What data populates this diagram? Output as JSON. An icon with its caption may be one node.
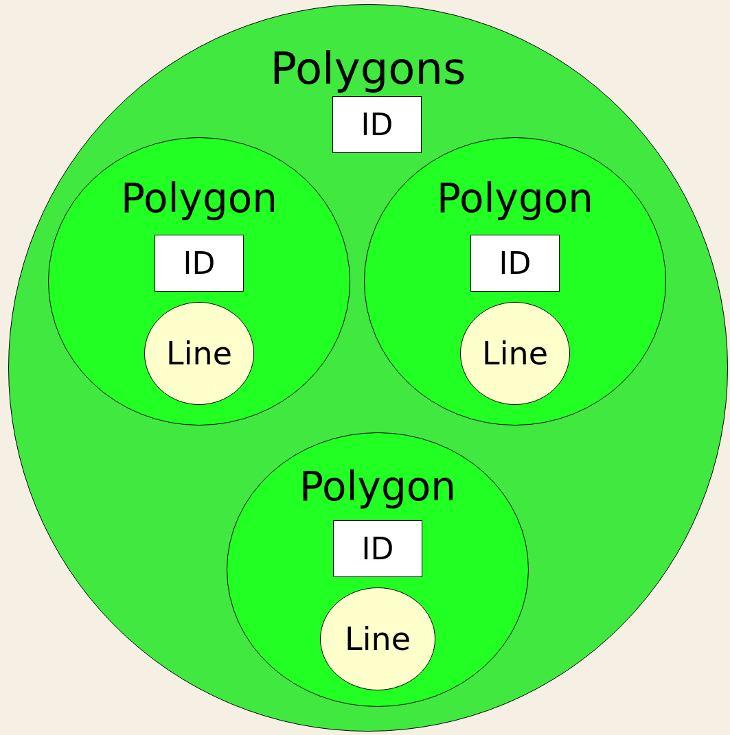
{
  "diagram": {
    "nodes": [
      {
        "text": [
          "Polygons"
        ]
      },
      {
        "text": [
          "ID"
        ],
        "in": 0
      },
      {
        "text": [
          "Polygon"
        ],
        "in": 0
      },
      {
        "text": [
          "ID"
        ],
        "in": 2
      },
      {
        "text": [
          "Line"
        ],
        "in": 2
      },
      {
        "text": [
          "Polygon"
        ],
        "in": 0
      },
      {
        "text": [
          "ID"
        ],
        "in": 5
      },
      {
        "text": [
          "Line"
        ],
        "in": 5
      },
      {
        "text": [
          "Polygon"
        ],
        "in": 0
      },
      {
        "text": [
          "ID"
        ],
        "in": 8
      },
      {
        "text": [
          "Line"
        ],
        "in": 8
      }
    ],
    "edges": []
  }
}
